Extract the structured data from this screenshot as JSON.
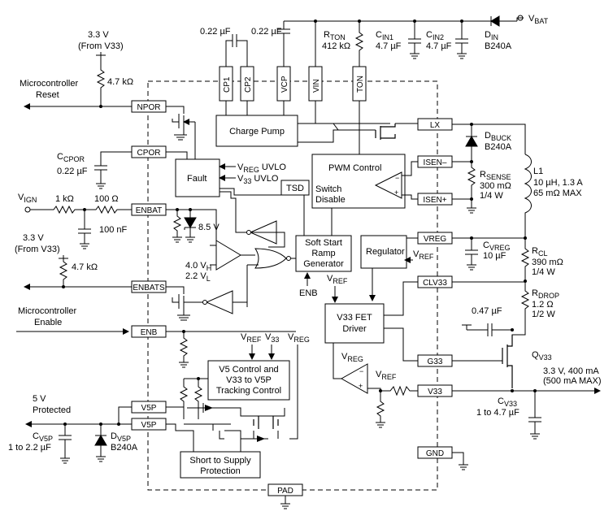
{
  "supply": {
    "vbat": "V",
    "vbat_sub": "BAT",
    "din_label": "D",
    "din_sub": "IN",
    "din_part": "B240A",
    "cin1_label": "C",
    "cin1_sub": "IN1",
    "cin1_val": "4.7 µF",
    "cin2_label": "C",
    "cin2_sub": "IN2",
    "cin2_val": "4.7 µF",
    "rton_label": "R",
    "rton_sub": "TON",
    "rton_val": "412 kΩ",
    "cap_cp": "0.22 µF",
    "cap_vcp": "0.22 µF"
  },
  "left": {
    "v33_top": "3.3 V",
    "v33_top_sub": "(From V33)",
    "r_top": "4.7 kΩ",
    "mcu_reset_1": "Microcontroller",
    "mcu_reset_2": "Reset",
    "ccpor_label": "C",
    "ccpor_sub": "CPOR",
    "ccpor_val": "0.22 µF",
    "vign": "V",
    "vign_sub": "IGN",
    "r_ign1": "1 kΩ",
    "r_ign2": "100 Ω",
    "c_ign": "100 nF",
    "v33_mid": "3.3 V",
    "v33_mid_sub": "(From V33)",
    "r_mid": "4.7 kΩ",
    "mcu_en_1": "Microcontroller",
    "mcu_en_2": "Enable",
    "v5_1": "5 V",
    "v5_2": "Protected",
    "cv5p_label": "C",
    "cv5p_sub": "V5P",
    "cv5p_val": "1 to 2.2 µF",
    "dv5p_label": "D",
    "dv5p_sub": "V5P",
    "dv5p_part": "B240A"
  },
  "pins": {
    "npor": "NPOR",
    "cpor": "CPOR",
    "enbat": "ENBAT",
    "enbats": "ENBATS",
    "enb": "ENB",
    "v5p_1": "V5P",
    "v5p_2": "V5P",
    "pad": "PAD",
    "cp1": "CP1",
    "cp2": "CP2",
    "vcp": "VCP",
    "vin": "VIN",
    "ton": "TON",
    "lx": "LX",
    "isen_minus": "ISEN–",
    "isen_plus": "ISEN+",
    "vreg": "VREG",
    "clv33": "CLV33",
    "g33": "G33",
    "v33": "V33",
    "gnd": "GND"
  },
  "blocks": {
    "charge_pump": "Charge Pump",
    "fault": "Fault",
    "vreg_uvlo_v": "V",
    "vreg_uvlo_sub": "REG",
    "vreg_uvlo_txt": " UVLO",
    "v33_uvlo_v": "V",
    "v33_uvlo_sub": "33",
    "v33_uvlo_txt": " UVLO",
    "pwm": "PWM Control",
    "tsd": "TSD",
    "switch_1": "Switch",
    "switch_2": "Disable",
    "softstart_1": "Soft Start",
    "softstart_2": "Ramp",
    "softstart_3": "Generator",
    "regulator": "Regulator",
    "vref_reg_v": "V",
    "vref_reg_sub": "REF",
    "enb_in": "ENB",
    "vref_fet_v": "V",
    "vref_fet_sub": "REF",
    "v33fet_1": "V33 FET",
    "v33fet_2": "Driver",
    "v5ctrl_1": "V5 Control and",
    "v5ctrl_2": "V33 to V5P",
    "v5ctrl_3": "Tracking Control",
    "short_1": "Short to Supply",
    "short_2": "Protection",
    "zener": "8.5 V",
    "vh_1": "4.0 V",
    "vh_sub": "H",
    "vl_1": "2.2 V",
    "vl_sub": "L",
    "top_vref_v": "V",
    "top_vref_sub": "REF",
    "top_v33_v": "V",
    "top_v33_sub": "33",
    "top_vreg_v": "V",
    "top_vreg_sub": "REG",
    "erramp_vreg_v": "V",
    "erramp_vreg_sub": "REG",
    "erramp_vref_v": "V",
    "erramp_vref_sub": "REF"
  },
  "right": {
    "dbuck_label": "D",
    "dbuck_sub": "BUCK",
    "dbuck_part": "B240A",
    "rsense_label": "R",
    "rsense_sub": "SENSE",
    "rsense_val1": "300 mΩ",
    "rsense_val2": "1/4 W",
    "l1_label": "L1",
    "l1_val1": "10 µH, 1.3 A",
    "l1_val2": "65 mΩ MAX",
    "cvreg_label": "C",
    "cvreg_sub": "VREG",
    "cvreg_val": "10 µF",
    "rcl_label": "R",
    "rcl_sub": "CL",
    "rcl_val1": "390 mΩ",
    "rcl_val2": "1/4 W",
    "rdrop_label": "R",
    "rdrop_sub": "DROP",
    "rdrop_val1": "1.2 Ω",
    "rdrop_val2": "1/2 W",
    "c047": "0.47 µF",
    "qv33_label": "Q",
    "qv33_sub": "V33",
    "out_1": "3.3 V, 400 mA",
    "out_2": "(500 mA MAX)",
    "cv33_label": "C",
    "cv33_sub": "V33",
    "cv33_val": "1 to 4.7 µF"
  }
}
